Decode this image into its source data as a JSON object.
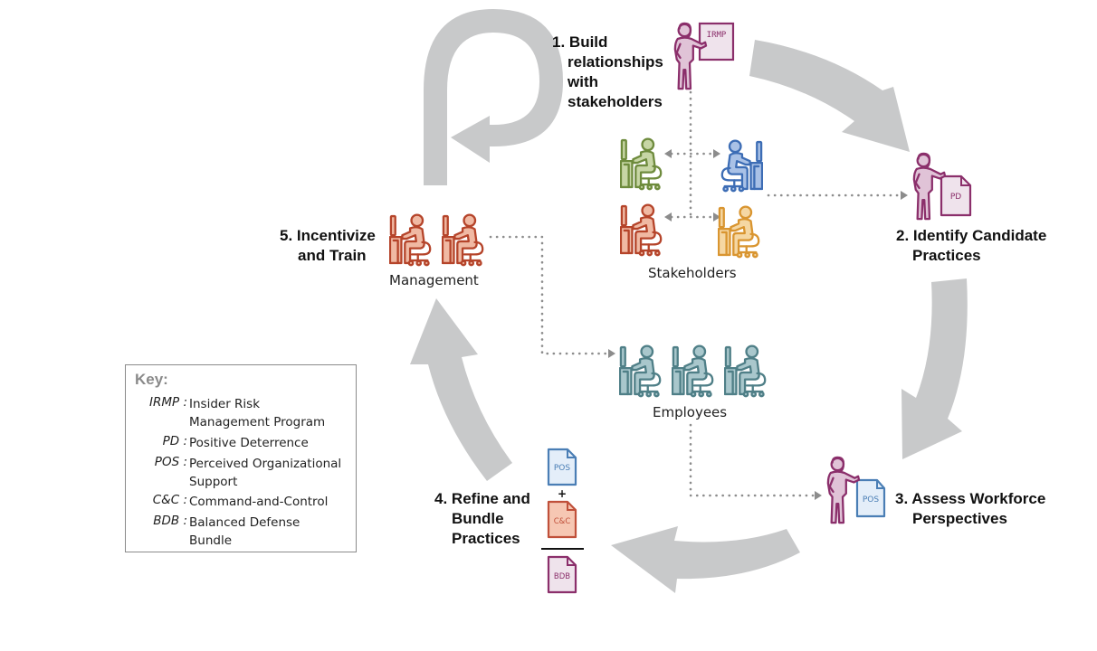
{
  "colors": {
    "arrow": "#c8c9ca",
    "connector": "#8c8c8c",
    "purple": "#8b2f6b",
    "purple_fill": "#e9d6e3",
    "blue": "#3d6db5",
    "blue_fill": "#a9c1e6",
    "green": "#6e8b3d",
    "green_fill": "#c7d6a5",
    "red": "#b5442a",
    "red_fill": "#f0b9a3",
    "orange": "#d99530",
    "orange_fill": "#f5d7a3",
    "teal": "#4f7f87",
    "teal_fill": "#a9c7cc",
    "doc_blue": "#4a7eb5",
    "doc_blue_fill": "#e4eef9",
    "doc_red": "#c0503a",
    "doc_red_fill": "#f6c7b3",
    "doc_purple": "#8b2f6b",
    "doc_purple_fill": "#efe3ec",
    "key_title": "#8a8a8a"
  },
  "steps": [
    {
      "id": 1,
      "num": "1.",
      "lines": [
        "Build",
        "relationships",
        "with",
        "stakeholders"
      ]
    },
    {
      "id": 2,
      "num": "2.",
      "lines": [
        "Identify Candidate",
        "Practices"
      ]
    },
    {
      "id": 3,
      "num": "3.",
      "lines": [
        "Assess Workforce",
        "Perspectives"
      ]
    },
    {
      "id": 4,
      "num": "4.",
      "lines": [
        "Refine and",
        "Bundle",
        "Practices"
      ]
    },
    {
      "id": 5,
      "num": "5.",
      "lines": [
        "Incentivize",
        "and Train"
      ]
    }
  ],
  "groups": {
    "stakeholders": "Stakeholders",
    "management": "Management",
    "employees": "Employees"
  },
  "documents": {
    "irmp": "IRMP",
    "pd": "PD",
    "pos_step3": "POS",
    "pos": "POS",
    "plus": "+",
    "cc": "C&C",
    "bdb": "BDB"
  },
  "key": {
    "title": "Key:",
    "entries": [
      {
        "abbr": "IRMP",
        "sep": ":",
        "def": "Insider Risk Management Program"
      },
      {
        "abbr": "PD",
        "sep": ":",
        "def": "Positive Deterrence"
      },
      {
        "abbr": "POS",
        "sep": ":",
        "def": "Perceived Organizational Support"
      },
      {
        "abbr": "C&C",
        "sep": ":",
        "def": "Command-and-Control"
      },
      {
        "abbr": "BDB",
        "sep": ":",
        "def": "Balanced Defense Bundle"
      }
    ]
  },
  "icons": {
    "presenter": "person-presenting-icon",
    "desk_worker": "person-at-desk-icon",
    "document": "document-icon"
  }
}
